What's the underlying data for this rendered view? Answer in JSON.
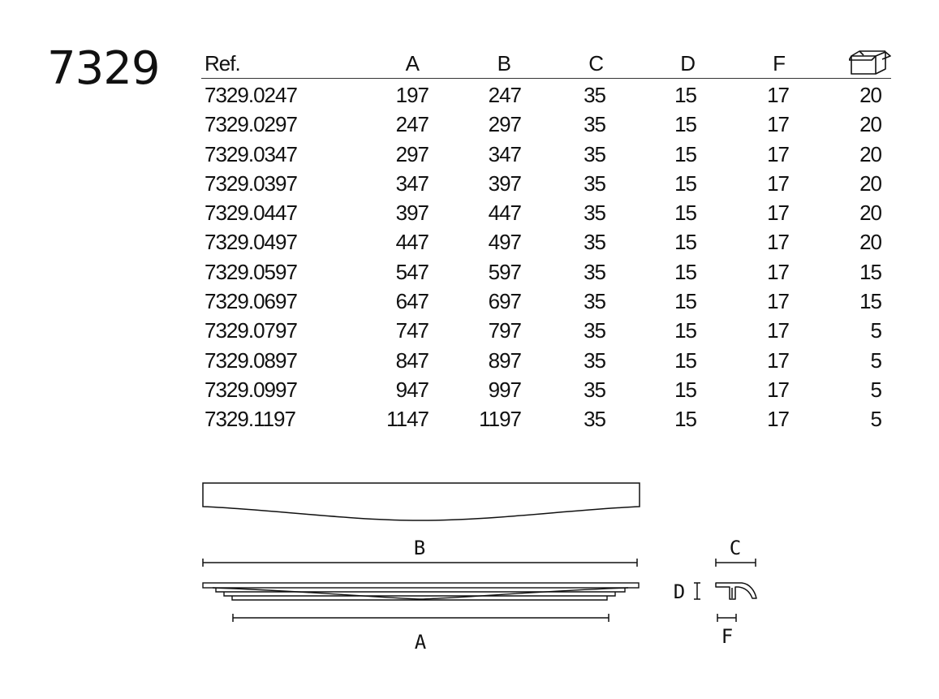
{
  "model_number": "7329",
  "table": {
    "headers": {
      "ref": "Ref.",
      "a": "A",
      "b": "B",
      "c": "C",
      "d": "D",
      "f": "F",
      "box_icon": "package-box-icon"
    },
    "rows": [
      {
        "ref": "7329.0247",
        "a": "197",
        "b": "247",
        "c": "35",
        "d": "15",
        "f": "17",
        "qty": "20"
      },
      {
        "ref": "7329.0297",
        "a": "247",
        "b": "297",
        "c": "35",
        "d": "15",
        "f": "17",
        "qty": "20"
      },
      {
        "ref": "7329.0347",
        "a": "297",
        "b": "347",
        "c": "35",
        "d": "15",
        "f": "17",
        "qty": "20"
      },
      {
        "ref": "7329.0397",
        "a": "347",
        "b": "397",
        "c": "35",
        "d": "15",
        "f": "17",
        "qty": "20"
      },
      {
        "ref": "7329.0447",
        "a": "397",
        "b": "447",
        "c": "35",
        "d": "15",
        "f": "17",
        "qty": "20"
      },
      {
        "ref": "7329.0497",
        "a": "447",
        "b": "497",
        "c": "35",
        "d": "15",
        "f": "17",
        "qty": "20"
      },
      {
        "ref": "7329.0597",
        "a": "547",
        "b": "597",
        "c": "35",
        "d": "15",
        "f": "17",
        "qty": "15"
      },
      {
        "ref": "7329.0697",
        "a": "647",
        "b": "697",
        "c": "35",
        "d": "15",
        "f": "17",
        "qty": "15"
      },
      {
        "ref": "7329.0797",
        "a": "747",
        "b": "797",
        "c": "35",
        "d": "15",
        "f": "17",
        "qty": "5"
      },
      {
        "ref": "7329.0897",
        "a": "847",
        "b": "897",
        "c": "35",
        "d": "15",
        "f": "17",
        "qty": "5"
      },
      {
        "ref": "7329.0997",
        "a": "947",
        "b": "997",
        "c": "35",
        "d": "15",
        "f": "17",
        "qty": "5"
      },
      {
        "ref": "7329.1197",
        "a": "1147",
        "b": "1197",
        "c": "35",
        "d": "15",
        "f": "17",
        "qty": "5"
      }
    ]
  },
  "drawing": {
    "label_b": "B",
    "label_a": "A",
    "label_c": "C",
    "label_d": "D",
    "label_f": "F"
  }
}
